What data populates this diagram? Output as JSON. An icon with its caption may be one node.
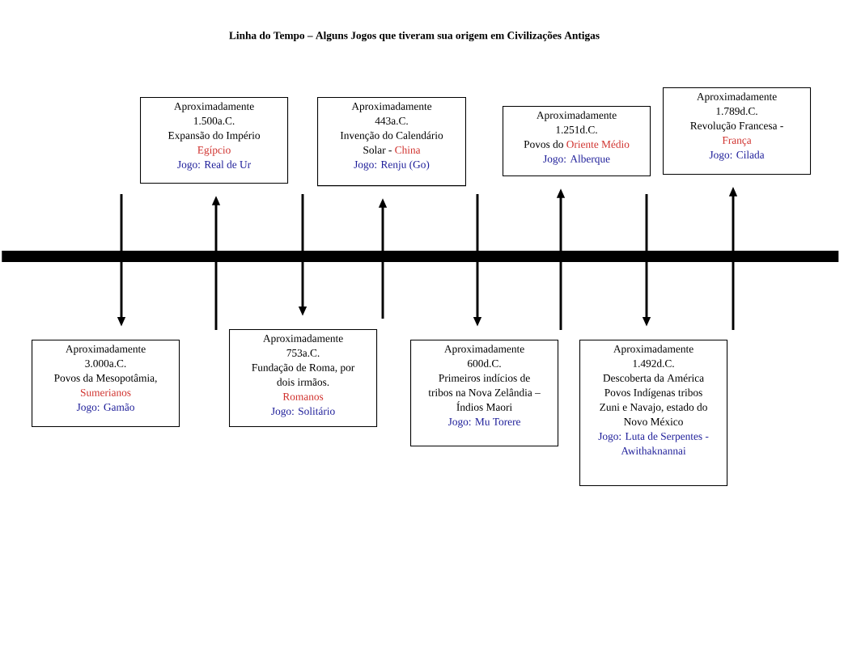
{
  "diagram": {
    "title": "Linha do Tempo – Alguns Jogos que tiveram sua origem em Civilizações Antigas",
    "nodes": [
      {
        "text": [
          "Aproximadamente",
          "3.000a.C.",
          "Povos da Mesopotâmia,",
          "Sumerianos",
          "Jogo: Gamão"
        ]
      },
      {
        "text": [
          "Aproximadamente",
          "1.500a.C.",
          "Expansão do Império",
          "Egípcio",
          "Jogo: Real de Ur"
        ]
      },
      {
        "text": [
          "Aproximadamente",
          "753a.C.",
          "Fundação de Roma, por dois irmãos.",
          "Romanos",
          "Jogo: Solitário"
        ]
      },
      {
        "text": [
          "Aproximadamente",
          "443a.C.",
          "Invenção do Calendário Solar -",
          "China",
          "Jogo: Renju (Go)"
        ]
      },
      {
        "text": [
          "Aproximadamente",
          "600d.C.",
          "Primeiros indícios de tribos na Nova Zelândia – Índios Maori",
          "Jogo: Mu Torere"
        ]
      },
      {
        "text": [
          "Aproximadamente",
          "1.251d.C.",
          "Povos do",
          "Oriente Médio",
          "Jogo: Alberque"
        ]
      },
      {
        "text": [
          "Aproximadamente",
          "1.492d.C.",
          "Descoberta da América",
          "Povos Indígenas tribos Zuni e Navajo, estado do Novo México",
          "Jogo: Luta de Serpentes - Awithaknannai"
        ]
      },
      {
        "text": [
          "Aproximadamente",
          "1.789d.C.",
          "Revolução Francesa -",
          "França",
          "Jogo: Cilada"
        ]
      },
      {
        "text": [],
        "shape": "bar"
      }
    ],
    "edges": [
      {
        "from": null,
        "to": 0,
        "arrow": "to"
      },
      {
        "from": null,
        "to": 1,
        "arrow": "to"
      },
      {
        "from": null,
        "to": 2,
        "arrow": "to"
      },
      {
        "from": null,
        "to": 3,
        "arrow": "to"
      },
      {
        "from": null,
        "to": 4,
        "arrow": "to"
      },
      {
        "from": null,
        "to": 5,
        "arrow": "to"
      },
      {
        "from": null,
        "to": 6,
        "arrow": "to"
      },
      {
        "from": null,
        "to": 7,
        "arrow": "to"
      }
    ]
  }
}
